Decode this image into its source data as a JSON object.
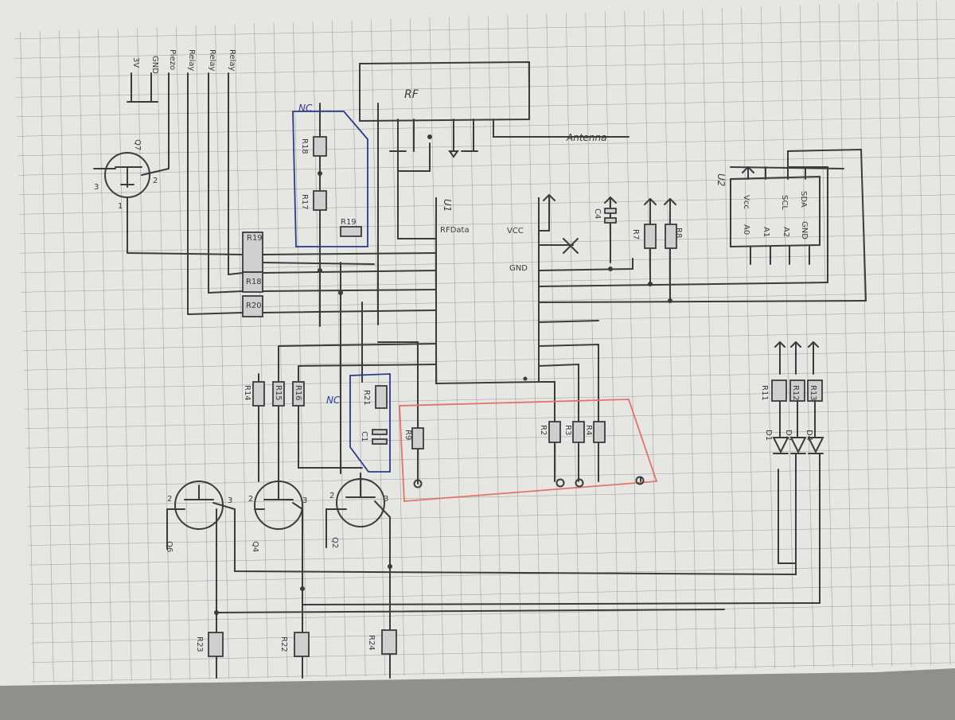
{
  "diagram": {
    "power_labels": [
      "3V",
      "GND",
      "Piezo",
      "Relay",
      "Relay",
      "Relay"
    ],
    "rf_module": {
      "name": "RF",
      "antenna_label": "Antenna"
    },
    "u1": {
      "name": "U1",
      "pin_rfdata": "RFData",
      "pin_vcc": "VCC",
      "pin_gnd": "GND"
    },
    "u2": {
      "name": "U2",
      "pins": [
        "Vcc",
        "SCL",
        "SDA",
        "A0",
        "A1",
        "A2",
        "GND"
      ]
    },
    "nc_top": {
      "label": "NC",
      "parts": [
        "R18",
        "R17",
        "R19"
      ]
    },
    "nc_mid": {
      "label": "NC",
      "parts": [
        "R21",
        "C1"
      ]
    },
    "transistor_top": {
      "name": "Q7",
      "pins": [
        "3",
        "1",
        "2"
      ]
    },
    "left_resistors": [
      "R19",
      "R18",
      "R20"
    ],
    "mid_resistors": [
      "R14",
      "R15",
      "R16"
    ],
    "highlight_resistors": [
      "R9",
      "R2",
      "R3",
      "R4"
    ],
    "right_resistors": [
      "R7",
      "R8"
    ],
    "capacitor": "C4",
    "led_resistors": [
      "R11",
      "R12",
      "R13"
    ],
    "leds": [
      "D1",
      "D2",
      "D4"
    ],
    "bottom_transistors": [
      {
        "name": "Q6",
        "pins": [
          "2",
          "3"
        ]
      },
      {
        "name": "Q4",
        "pins": [
          "2",
          "3"
        ]
      },
      {
        "name": "Q2",
        "pins": [
          "2",
          "3"
        ]
      }
    ],
    "bottom_resistors": [
      "R23",
      "R22",
      "R24"
    ],
    "colors": {
      "paper": "#e6e6e3",
      "grid": "#9c9c9a",
      "pencil": "#3b3b3b",
      "blue_ink": "#2b3b8a",
      "red_ink": "#e2736a"
    }
  }
}
